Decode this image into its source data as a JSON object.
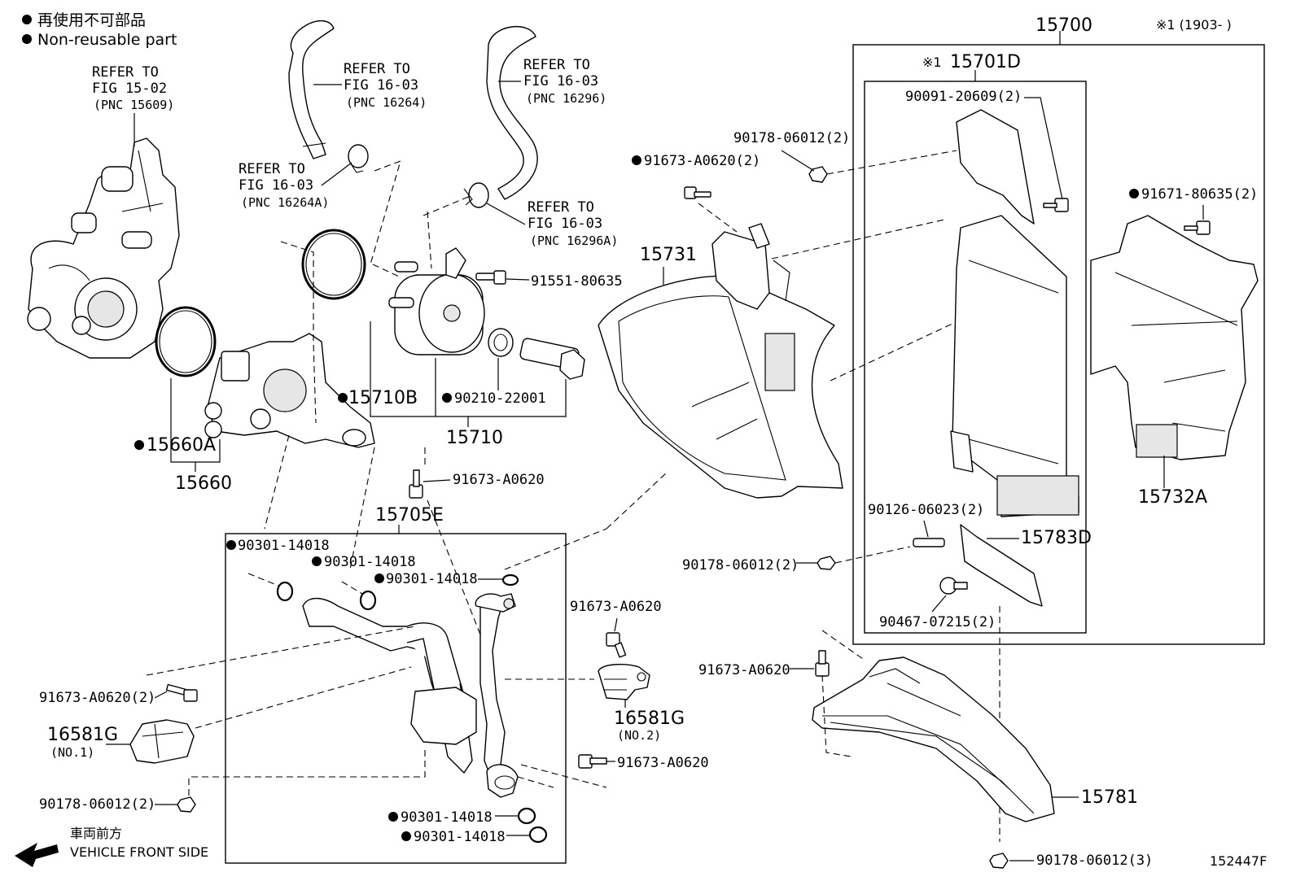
{
  "legend": {
    "line1": "再使用不可部品",
    "line2": "Non-reusable part"
  },
  "note_mark": "※1 (1903-      )",
  "diagram_id": "152447F",
  "front_side": {
    "jp": "車両前方",
    "en": "VEHICLE FRONT SIDE"
  },
  "references": {
    "fig1502": {
      "l1": "REFER TO",
      "l2": "FIG 15-02",
      "l3": "(PNC 15609)"
    },
    "fig1603_16264": {
      "l1": "REFER TO",
      "l2": "FIG 16-03",
      "l3": "(PNC 16264)"
    },
    "fig1603_16264a": {
      "l1": "REFER TO",
      "l2": "FIG 16-03",
      "l3": "(PNC 16264A)"
    },
    "fig1603_16296": {
      "l1": "REFER TO",
      "l2": "FIG 16-03",
      "l3": "(PNC 16296)"
    },
    "fig1603_16296a": {
      "l1": "REFER TO",
      "l2": "FIG 16-03",
      "l3": "(PNC 16296A)"
    }
  },
  "labels": {
    "p15700": "15700",
    "p15701d": "15701D",
    "p15701d_mark": "※1",
    "p15731": "15731",
    "p15710b": "15710B",
    "p90210": "90210-22001",
    "p15710": "15710",
    "p15660a": "15660A",
    "p15660": "15660",
    "p91551": "91551-80635",
    "p91673_top": "91673-A0620(2)",
    "p90178_top": "90178-06012(2)",
    "p90091": "90091-20609(2)",
    "p91671": "91671-80635(2)",
    "p15732a": "15732A",
    "p90126": "90126-06023(2)",
    "p15783d": "15783D",
    "p90178_mid": "90178-06012(2)",
    "p90467": "90467-07215(2)",
    "p91673_a": "91673-A0620",
    "p15705e": "15705E",
    "p90301_a": "90301-14018",
    "p90301_b": "90301-14018",
    "p90301_c": "90301-14018",
    "p91673_b": "91673-A0620",
    "p91673_c": "91673-A0620(2)",
    "p16581g_1": "16581G",
    "p16581g_1_no": "(NO.1)",
    "p16581g_2": "16581G",
    "p16581g_2_no": "(NO.2)",
    "p91673_d": "91673-A0620",
    "p91673_e": "91673-A0620",
    "p90178_bl": "90178-06012(2)",
    "p90301_d": "90301-14018",
    "p90301_e": "90301-14018",
    "p15781": "15781",
    "p90178_br": "90178-06012(3)"
  }
}
